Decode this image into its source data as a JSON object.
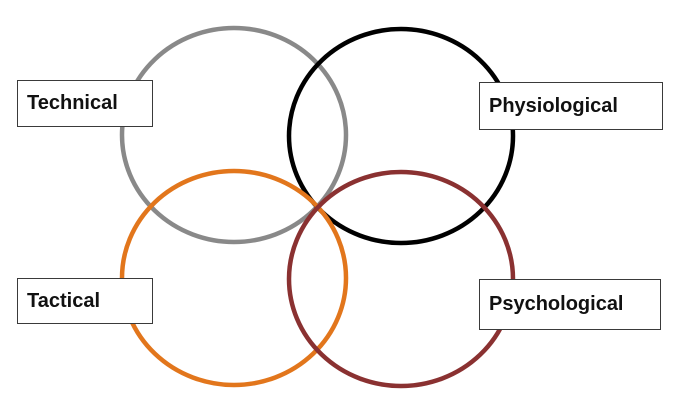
{
  "diagram": {
    "circles": [
      {
        "name": "technical",
        "color": "#898989"
      },
      {
        "name": "physiological",
        "color": "#000000"
      },
      {
        "name": "tactical",
        "color": "#e2761c"
      },
      {
        "name": "psychological",
        "color": "#8a3131"
      }
    ],
    "labels": {
      "technical": "Technical",
      "physiological": "Physiological",
      "tactical": "Tactical",
      "psychological": "Psychological"
    }
  }
}
